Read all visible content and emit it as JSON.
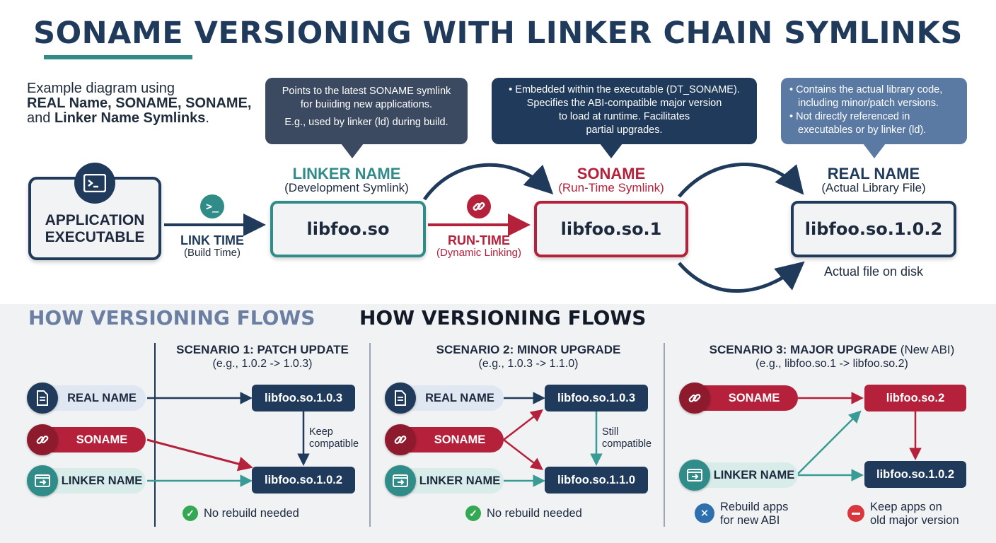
{
  "title": "SONAME VERSIONING WITH LINKER CHAIN SYMLINKS",
  "intro": {
    "line1": "Example diagram using",
    "line2": "REAL Name, SONAME, SONAME,",
    "line3_prefix": "and ",
    "line3_bold": "Linker Name Symlinks",
    "line3_suffix": "."
  },
  "callouts": {
    "linker": {
      "line1": "Points to the latest SONAME symlink",
      "line2": "for buiiding new applications.",
      "line3": "E.g., used by linker (ld) during build."
    },
    "soname": {
      "line1": "• Embedded within the executable (DT_SONAME).",
      "line2": "Specifies the ABI-compatible major version",
      "line3": "to load at runtime. Facilitates",
      "line4": "partial upgrades."
    },
    "real": {
      "line1": "• Contains the actual library code,",
      "line2": "including minor/patch versions.",
      "line3": "• Not directly referenced in",
      "line4": "executables or by linker (ld)."
    }
  },
  "top": {
    "app_line1": "APPLICATION",
    "app_line2": "EXECUTABLE",
    "link_time": "LINK TIME",
    "build_time": "(Build Time)",
    "run_time": "RUN-TIME",
    "dynamic_linking": "(Dynamic Linking)",
    "linker_name_label": "LINKER NAME",
    "linker_name_sub": "(Development Symlink)",
    "linker_name_file": "libfoo.so",
    "soname_label": "SONAME",
    "soname_sub": "(Run-Time Symlink)",
    "soname_file": "libfoo.so.1",
    "real_name_label": "REAL NAME",
    "real_name_sub": "(Actual Library File)",
    "real_name_file": "libfoo.so.1.0.2",
    "actual_file_note": "Actual file on disk"
  },
  "bottom": {
    "heading_faded": "HOW VERSIONING FLOWS",
    "heading": "HOW VERSIONING FLOWS",
    "legend": {
      "real": "REAL NAME",
      "soname": "SONAME",
      "linker": "LINKER NAME"
    },
    "scenario1": {
      "title": "SCENARIO 1: PATCH UPDATE",
      "subtitle": "(e.g., 1.0.2 -> 1.0.3)",
      "box_new": "libfoo.so.1.0.3",
      "box_old": "libfoo.so.1.0.2",
      "keep1": "Keep",
      "keep2": "compatible",
      "note": "No rebuild needed"
    },
    "scenario2": {
      "title": "SCENARIO 2: MINOR UPGRADE",
      "subtitle": "(e.g., 1.0.3 -> 1.1.0)",
      "real": "REAL NAME",
      "soname": "SONAME",
      "linker": "LINKER NAME",
      "box_top": "libfoo.so.1.0.3",
      "box_bottom": "libfoo.so.1.1.0",
      "still1": "Still",
      "still2": "compatible",
      "note": "No rebuild needed"
    },
    "scenario3": {
      "title_bold": "SCENARIO 3: MAJOR UPGRADE",
      "title_rest": " (New ABI)",
      "subtitle": "(e.g., libfoo.so.1 -> libfoo.so.2)",
      "soname": "SONAME",
      "linker": "LINKER NAME",
      "box_top": "libfoo.so.2",
      "box_bottom": "libfoo.so.1.0.2",
      "note_left1": "Rebuild apps",
      "note_left2": "for new ABI",
      "note_right1": "Keep apps on",
      "note_right2": "old major version"
    }
  },
  "colors": {
    "navy": "#1f3a5a",
    "teal": "#2f8c88",
    "crimson": "#b5213a",
    "slate": "#5b7aa3",
    "dark_callout": "#3b4a60",
    "green": "#34a853"
  }
}
